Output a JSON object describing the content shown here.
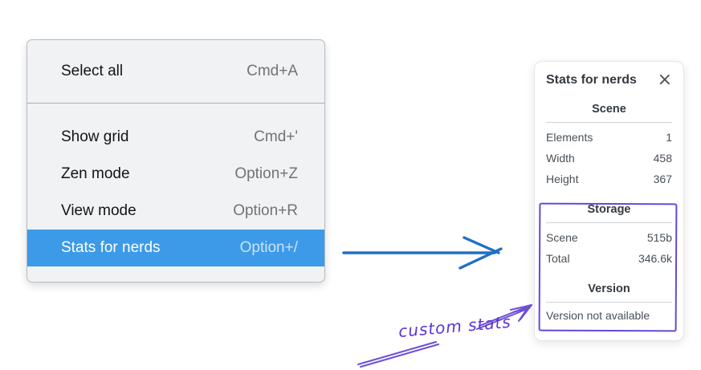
{
  "menu": {
    "groups": [
      {
        "items": [
          {
            "label": "Select all",
            "shortcut": "Cmd+A",
            "selected": false
          }
        ]
      },
      {
        "items": [
          {
            "label": "Show grid",
            "shortcut": "Cmd+'",
            "selected": false
          },
          {
            "label": "Zen mode",
            "shortcut": "Option+Z",
            "selected": false
          },
          {
            "label": "View mode",
            "shortcut": "Option+R",
            "selected": false
          },
          {
            "label": "Stats for nerds",
            "shortcut": "Option+/",
            "selected": true
          }
        ]
      }
    ]
  },
  "stats_panel": {
    "title": "Stats for nerds",
    "sections": [
      {
        "heading": "Scene",
        "rows": [
          {
            "label": "Elements",
            "value": "1"
          },
          {
            "label": "Width",
            "value": "458"
          },
          {
            "label": "Height",
            "value": "367"
          }
        ]
      },
      {
        "heading": "Storage",
        "rows": [
          {
            "label": "Scene",
            "value": "515b"
          },
          {
            "label": "Total",
            "value": "346.6k"
          }
        ]
      },
      {
        "heading": "Version",
        "note": "Version not available"
      }
    ]
  },
  "icons": {
    "close": "×"
  },
  "annotations": {
    "label": "custom stats"
  },
  "colors": {
    "menu_highlight": "#3d9ae8",
    "arrow_blue": "#1f6fc4",
    "annotation_purple": "#6d4fd8"
  }
}
